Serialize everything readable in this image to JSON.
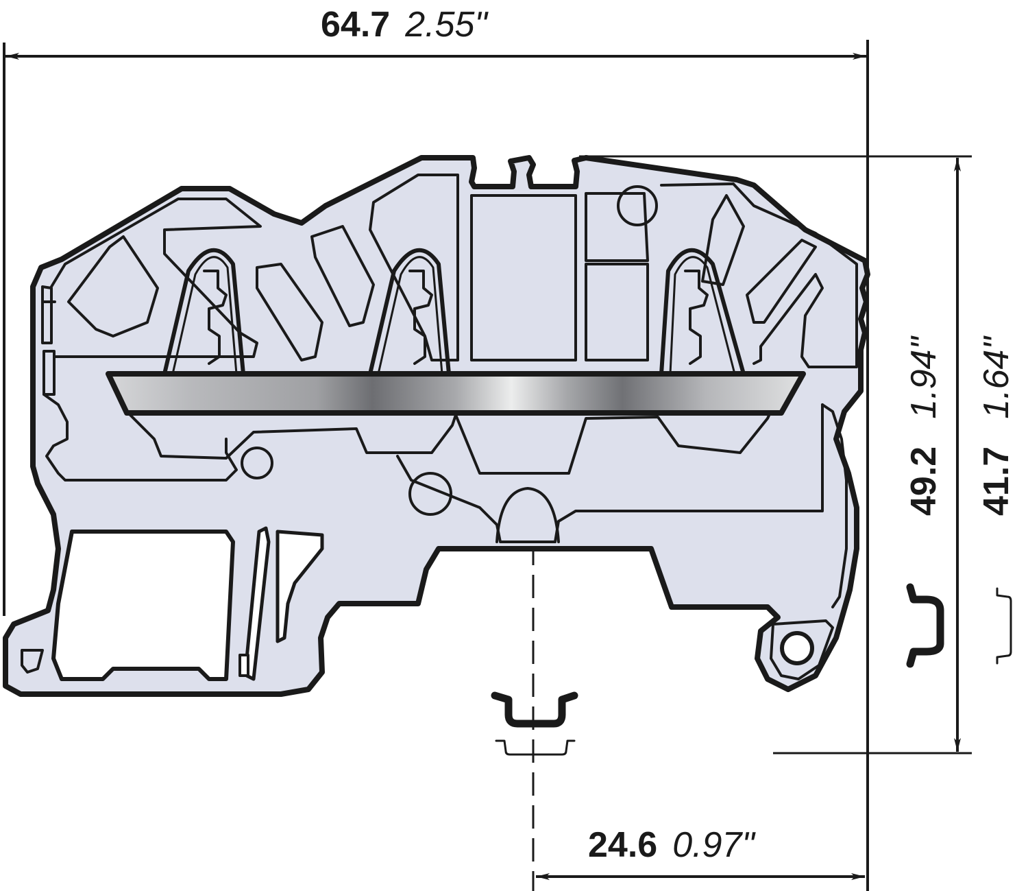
{
  "diagram": {
    "subject": "DIN-rail terminal block, side view with dimensions",
    "colors": {
      "body_fill": "#dde0ec",
      "outline": "#1a1a1a",
      "bridge_light": "#e8e9ea",
      "bridge_dark": "#6d6e72",
      "background": "#ffffff"
    },
    "dimensions": {
      "overall_width": {
        "metric": "64.7",
        "imperial": "2.55\""
      },
      "height_to_rail_top": {
        "metric": "49.2",
        "imperial": "1.94\""
      },
      "height_top_to_bottom": {
        "metric": "41.7",
        "imperial": "1.64\""
      },
      "rail_center_offset": {
        "metric": "24.6",
        "imperial": "0.97\""
      }
    },
    "symbols": {
      "rail_symbol_bottom": "din-rail-top-hat-icon",
      "rail_symbol_right": "din-rail-top-hat-icon"
    }
  }
}
